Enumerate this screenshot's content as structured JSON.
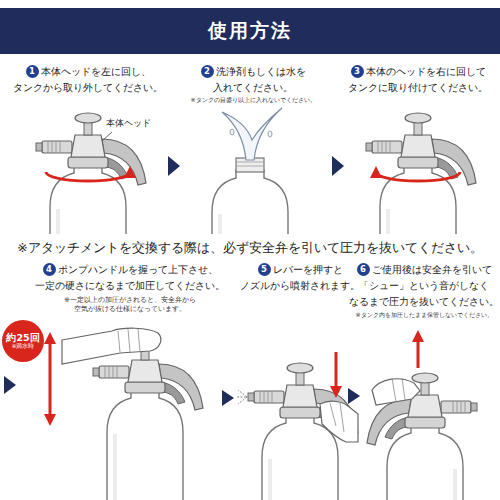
{
  "diagram": {
    "title": "使用方法",
    "nodes": [
      {
        "text": [
          "1"
        ]
      },
      {
        "text": [
          "2"
        ]
      },
      {
        "text": [
          "3"
        ]
      },
      {
        "text": [
          "4"
        ]
      },
      {
        "text": [
          "約25回",
          "※満水時"
        ]
      },
      {
        "text": [
          "5"
        ]
      },
      {
        "text": [
          "6"
        ]
      }
    ],
    "labels": [
      "本体ヘッドを左に回し、 タンクから取り外してください。",
      "本体ヘッド",
      "洗浄剤もしくは水を 入れてください。",
      "※タンクの目盛り以上に入れないでください。",
      "本体のヘッドを右に回して タンクに取り付けてください。",
      "※アタッチメントを交換する際は、必ず安全弁を引いて圧力を抜いてください。",
      "ポンプハンドルを握って上下させ、 一定の硬さになるまで加圧してください。",
      "※一定以上の加圧がされると、安全弁から 空気が抜ける仕様になっています。",
      "レバーを押すと ノズルから噴射されます。",
      "ご使用後は安全弁を引いて 「シュー」という音がしなく なるまで圧力を抜いてください。",
      "※タンク内を加圧したまま保管しないでください。"
    ]
  }
}
